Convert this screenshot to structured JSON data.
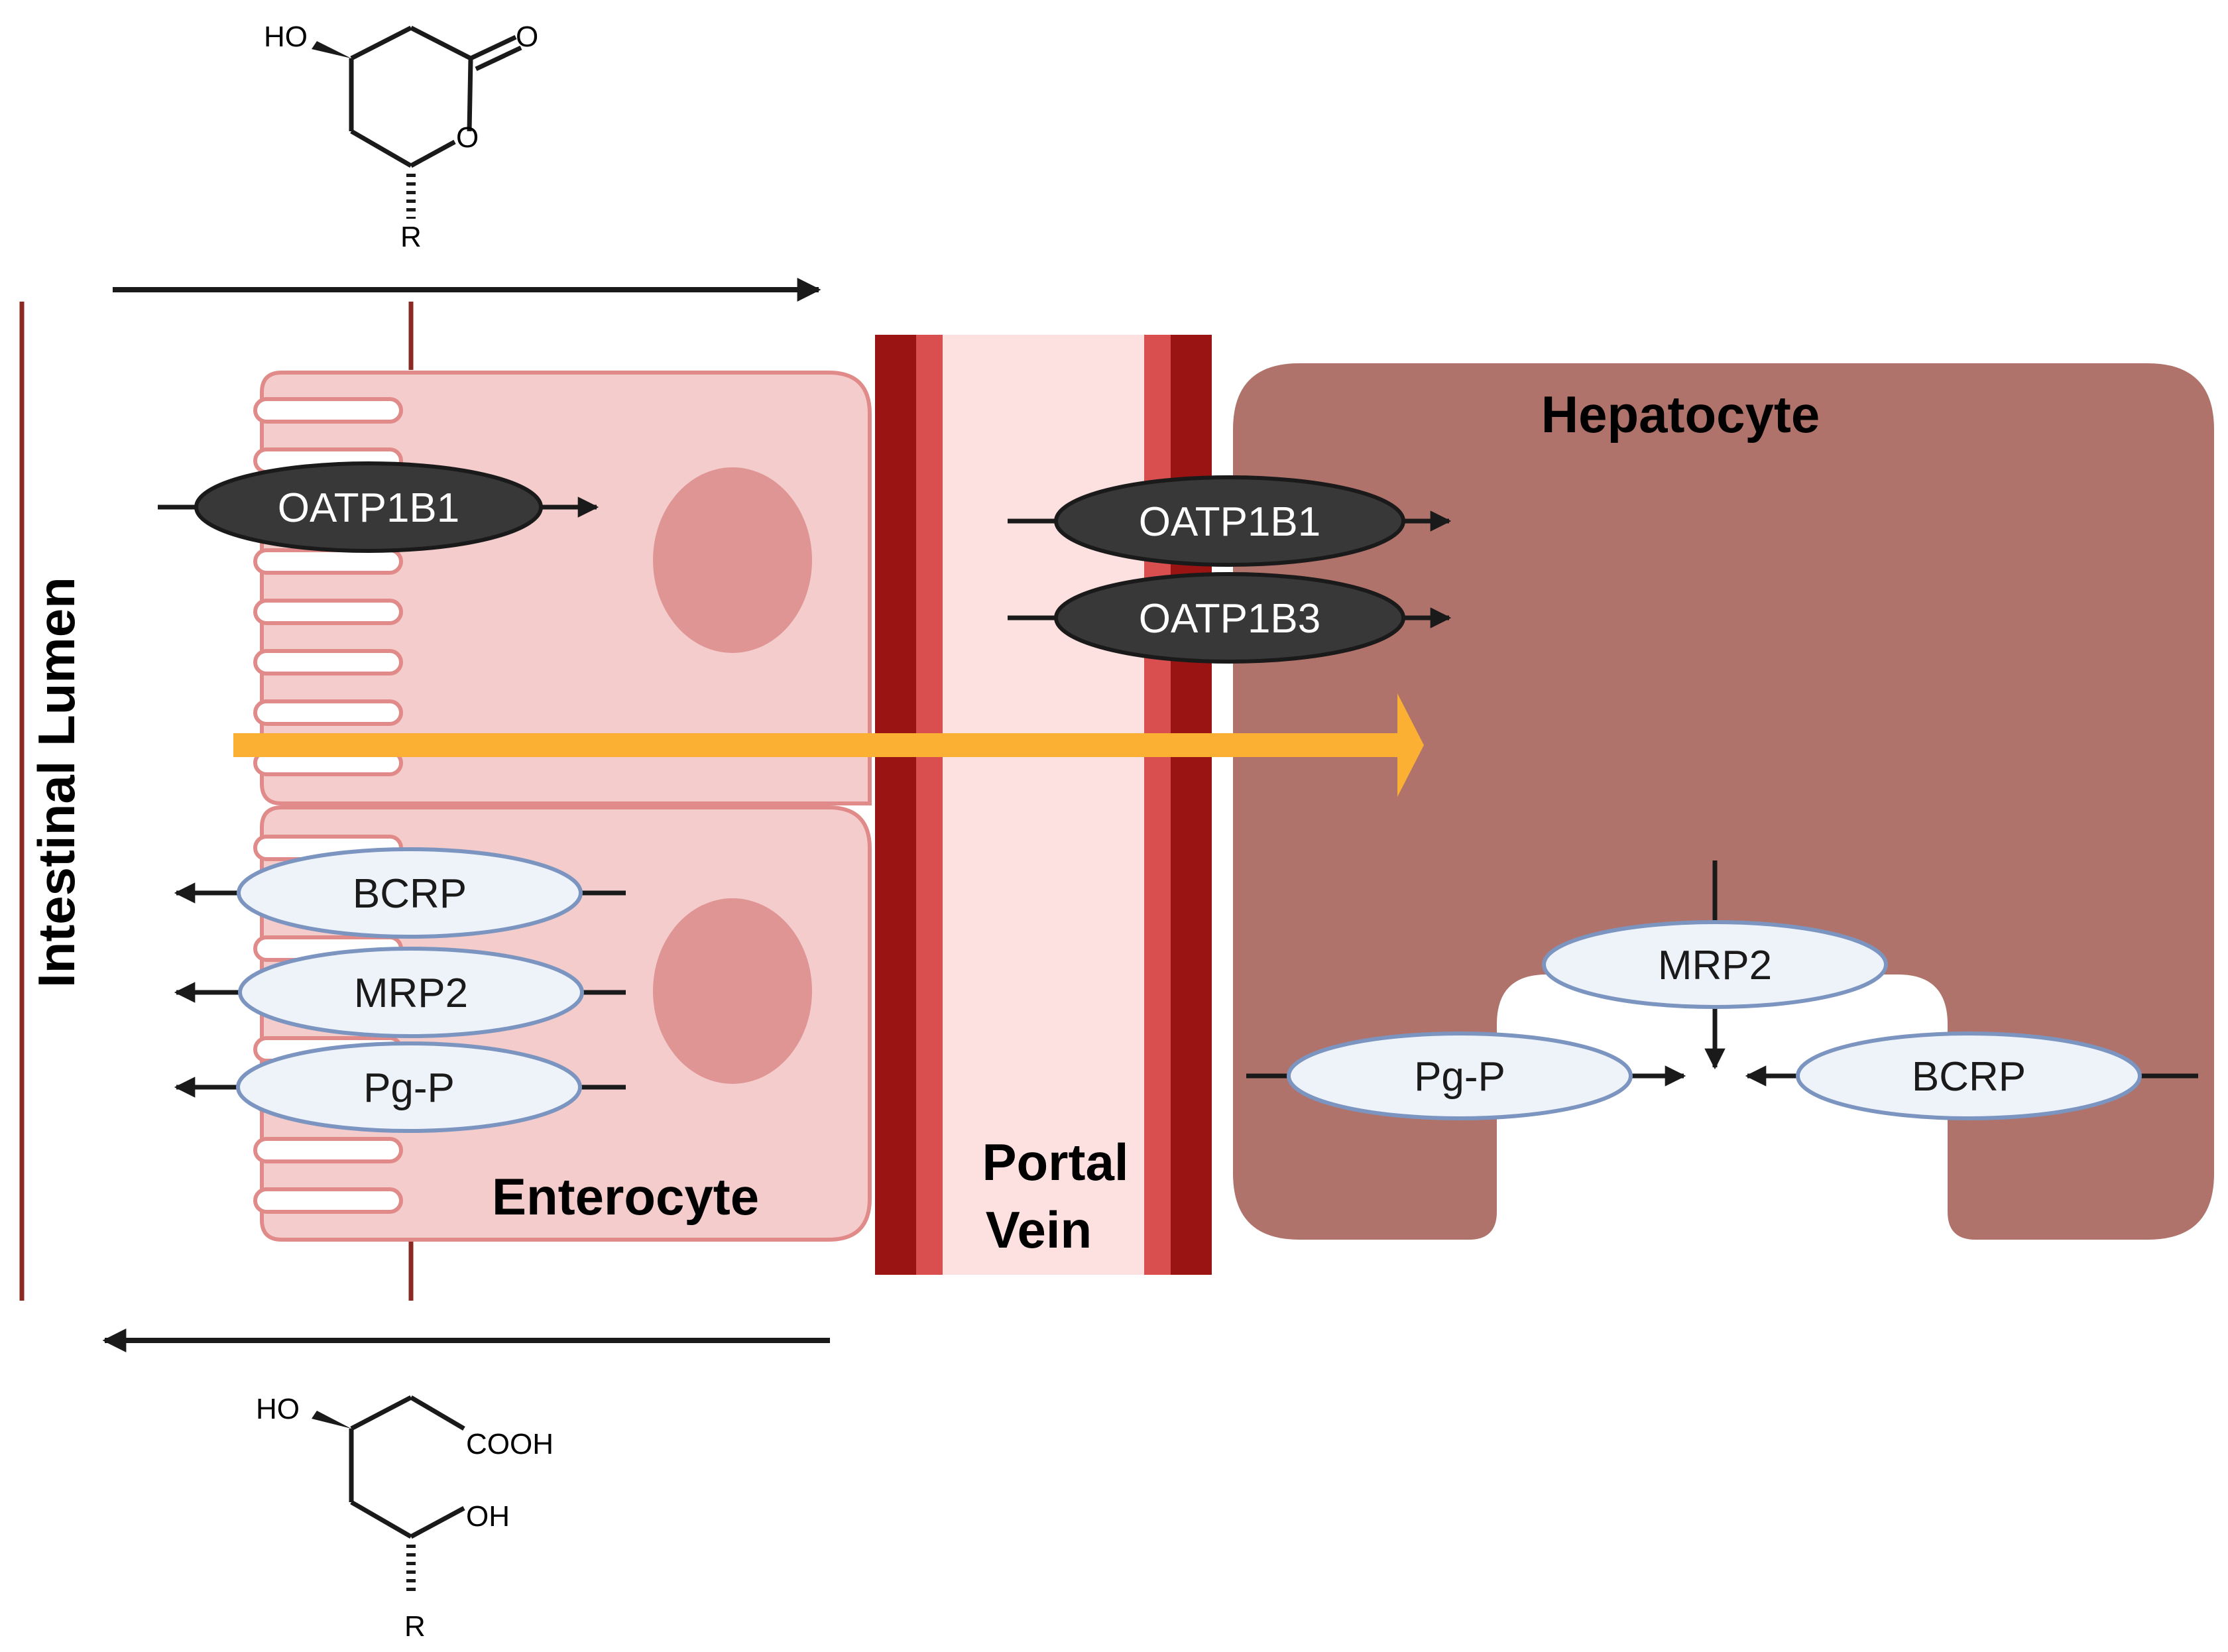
{
  "labels": {
    "intestinal_lumen": "Intestinal Lumen",
    "enterocyte": "Enterocyte",
    "portal": "Portal",
    "vein": "Vein",
    "hepatocyte": "Hepatocyte"
  },
  "transporters": {
    "enterocyte_uptake": "OATP1B1",
    "enterocyte_efflux": [
      "BCRP",
      "MRP2",
      "Pg-P"
    ],
    "hepatocyte_uptake": [
      "OATP1B1",
      "OATP1B3"
    ],
    "hepatocyte_canalicular": {
      "top": "MRP2",
      "left": "Pg-P",
      "right": "BCRP"
    }
  },
  "structures": {
    "lactone": {
      "ho": "HO",
      "o_carbonyl": "O",
      "o_ring": "O",
      "r": "R"
    },
    "acid": {
      "ho": "HO",
      "cooh": "COOH",
      "oh": "OH",
      "r": "R"
    }
  },
  "colors": {
    "enterocyte_fill": "#f4cccc",
    "enterocyte_border": "#e08a8a",
    "nucleus": "#e09595",
    "vein_dark": "#9b1414",
    "vein_mid": "#d94f50",
    "vein_light": "#fde0e0",
    "hepatocyte": "#b0736b",
    "dark_transporter": "#383838",
    "light_transporter": "#eef3fa",
    "light_transporter_border": "#7b95c0",
    "flux_arrow": "#fbb034",
    "line": "#1a1a1a",
    "lumen_line": "#8a2a22"
  }
}
